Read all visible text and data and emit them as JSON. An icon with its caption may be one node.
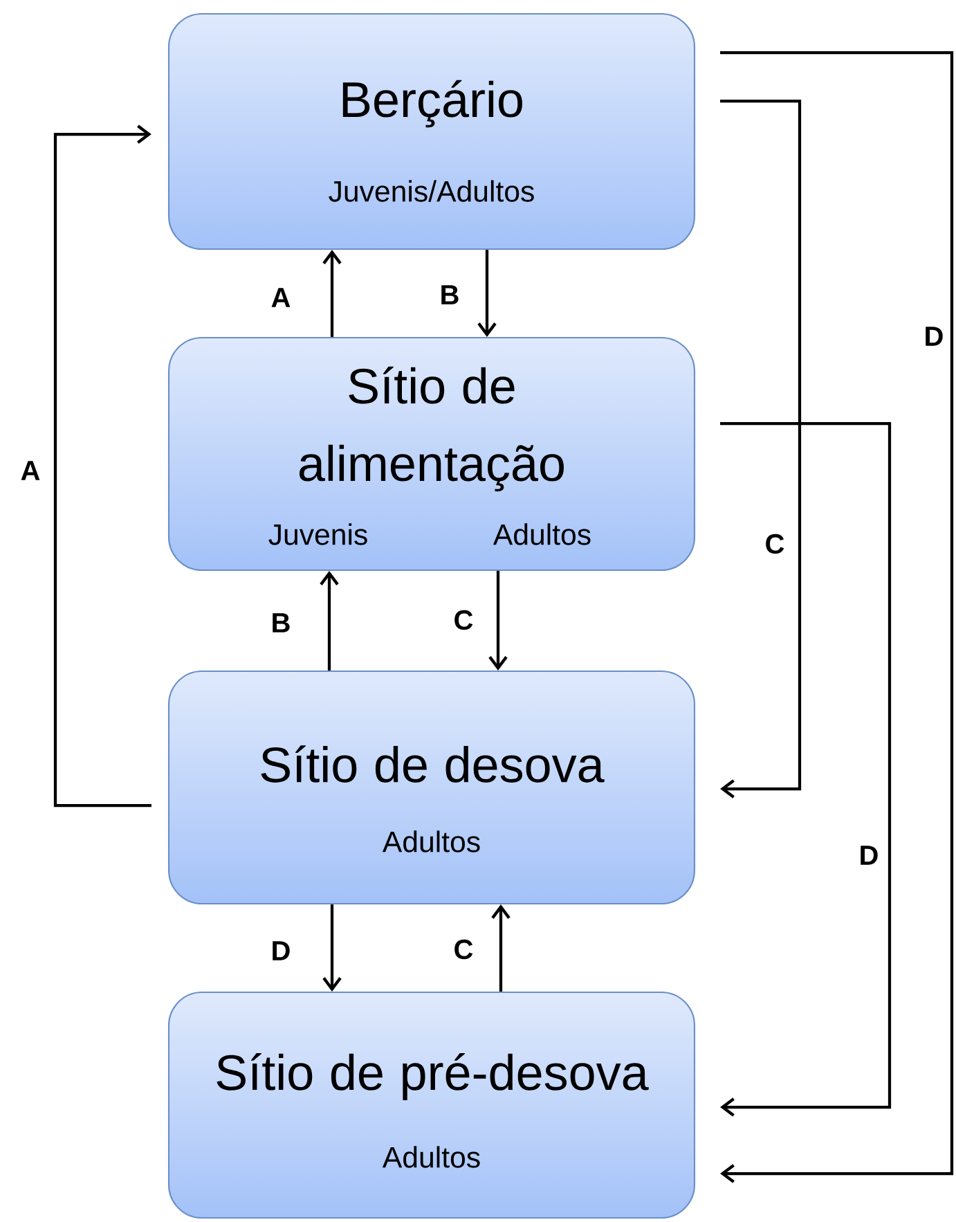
{
  "diagram": {
    "nodes": [
      {
        "text": [
          "Berçário",
          "Juvenis/Adultos"
        ]
      },
      {
        "text": [
          "Sítio de alimentação",
          "Juvenis",
          "Adultos"
        ]
      },
      {
        "text": [
          "Sítio de desova",
          "Adultos"
        ]
      },
      {
        "text": [
          "Sítio de pré-desova",
          "Adultos"
        ]
      }
    ],
    "edges": [
      {
        "from": 1,
        "to": 0,
        "arrow": "to",
        "label": "A"
      },
      {
        "from": 0,
        "to": 1,
        "arrow": "to",
        "label": "B"
      },
      {
        "from": 2,
        "to": 1,
        "arrow": "to",
        "label": "B"
      },
      {
        "from": 1,
        "to": 2,
        "arrow": "to",
        "label": "C"
      },
      {
        "from": 2,
        "to": 3,
        "arrow": "to",
        "label": "D"
      },
      {
        "from": 3,
        "to": 2,
        "arrow": "to",
        "label": "C"
      },
      {
        "from": 2,
        "to": 0,
        "arrow": "to",
        "label": "A"
      },
      {
        "from": 0,
        "to": 2,
        "arrow": "to",
        "label": "C"
      },
      {
        "from": 1,
        "to": 3,
        "arrow": "to",
        "label": "D"
      },
      {
        "from": 0,
        "to": 3,
        "arrow": "to",
        "label": "D"
      }
    ]
  }
}
